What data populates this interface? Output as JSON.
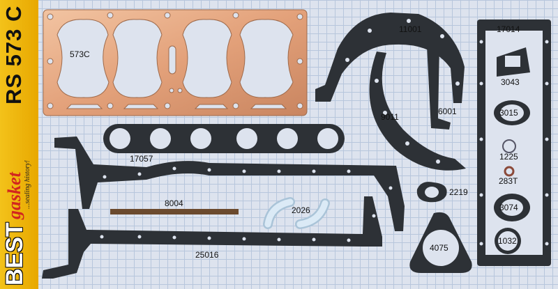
{
  "kit_code": "RS 573 C",
  "brand": {
    "best": "BEST",
    "gasket": "gasket",
    "tagline": "...sealing history!"
  },
  "parts": {
    "head_gasket": "573C",
    "timing_cover": "11001",
    "oil_pan_side": "17014",
    "manifold": "17057",
    "rear_seal": "9011",
    "side_strip": "6001",
    "gasket_3043": "3043",
    "gasket_3015": "3015",
    "gasket_1225": "1225",
    "gasket_283t": "283T",
    "gasket_2219": "2219",
    "gasket_3074": "3074",
    "gasket_1032": "1032",
    "cork_strip": "8004",
    "hoses": "2026",
    "gasket_4075": "4075",
    "pan_gasket": "25016"
  },
  "colors": {
    "yellow": "#f3c21a",
    "copper": "#e6a57c",
    "gasket": "#2d3136",
    "cork": "#6b4a2e",
    "hose": "#cfe3f2"
  }
}
